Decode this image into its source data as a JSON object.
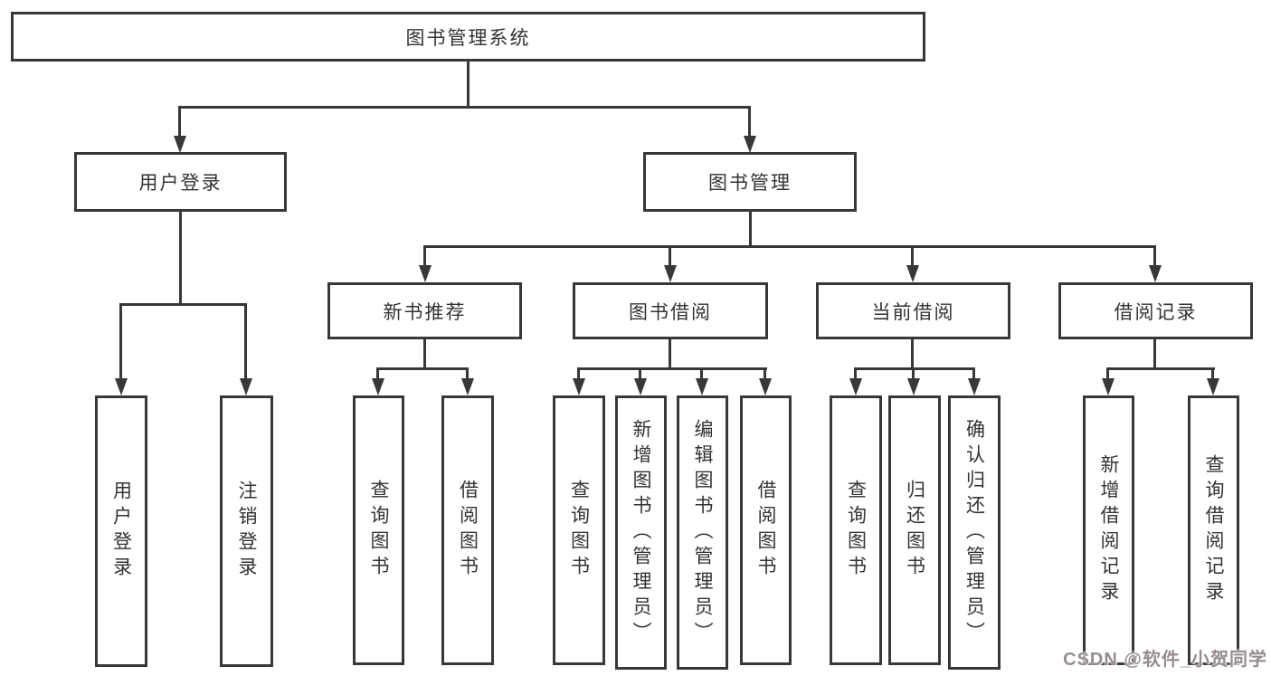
{
  "diagram_title": "图书管理系统",
  "nodes": {
    "root": "图书管理系统",
    "level2": {
      "user": "用户登录",
      "manage": "图书管理"
    },
    "level3": {
      "newbook": "新书推荐",
      "borrow": "图书借阅",
      "current": "当前借阅",
      "records": "借阅记录"
    },
    "leaves": {
      "user": [
        "用户登录",
        "注销登录"
      ],
      "newbook": [
        "查询图书",
        "借阅图书"
      ],
      "borrow": [
        "查询图书",
        "新增图书（管理员）",
        "编辑图书（管理员）",
        "借阅图书"
      ],
      "current": [
        "查询图书",
        "归还图书",
        "确认归还（管理员）"
      ],
      "records": [
        "新增借阅记录",
        "查询借阅记录"
      ]
    }
  },
  "watermark": {
    "text": "CSDN @软件_小贺同学",
    "color": "#968d8d"
  },
  "colors": {
    "background": "#ffffff",
    "line": "#383838",
    "text": "#333333"
  }
}
